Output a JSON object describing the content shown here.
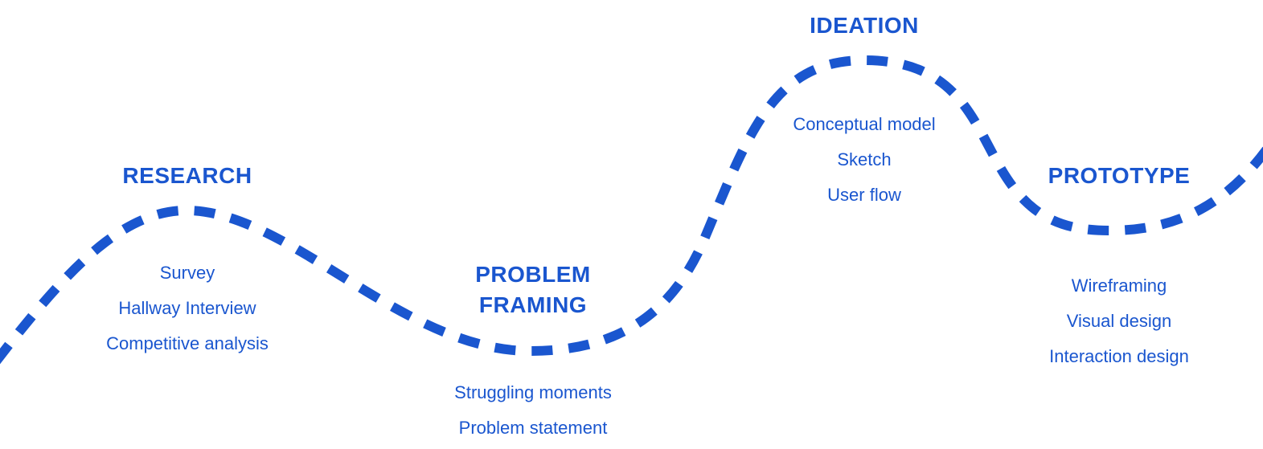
{
  "colors": {
    "accent": "#1a56cf",
    "background": "#ffffff"
  },
  "stages": {
    "research": {
      "title": "RESEARCH",
      "items": [
        "Survey",
        "Hallway Interview",
        "Competitive analysis"
      ]
    },
    "problem_framing": {
      "title_lines": [
        "PROBLEM",
        "FRAMING"
      ],
      "items": [
        "Struggling moments",
        "Problem statement"
      ]
    },
    "ideation": {
      "title": "IDEATION",
      "items": [
        "Conceptual model",
        "Sketch",
        "User flow"
      ]
    },
    "prototype": {
      "title": "PROTOTYPE",
      "items": [
        "Wireframing",
        "Visual design",
        "Interaction design"
      ]
    }
  }
}
